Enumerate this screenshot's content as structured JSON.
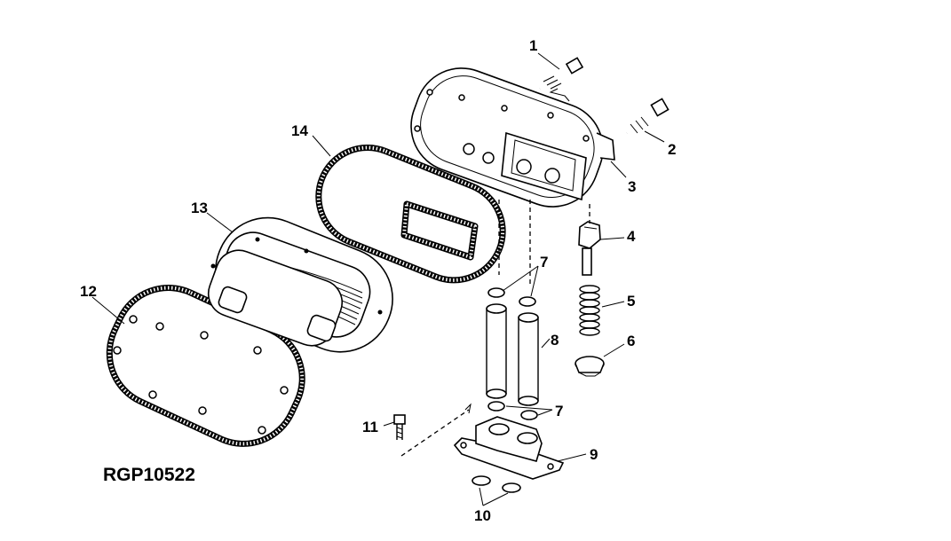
{
  "drawing_code": "RGP10522",
  "callouts": [
    "1",
    "2",
    "3",
    "4",
    "5",
    "6",
    "7",
    "7",
    "8",
    "9",
    "10",
    "11",
    "12",
    "13",
    "14"
  ]
}
